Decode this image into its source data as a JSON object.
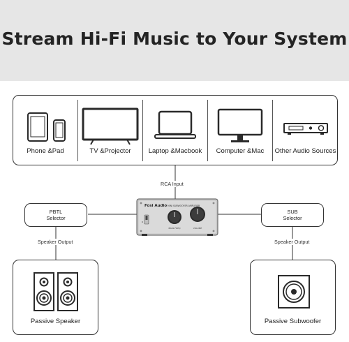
{
  "header": {
    "title": "Stream Hi-Fi Music to Your System"
  },
  "sources": [
    {
      "label": "Phone &Pad",
      "icon": "phone-tablet-icon"
    },
    {
      "label": "TV &Projector",
      "icon": "tv-icon"
    },
    {
      "label": "Laptop &Macbook",
      "icon": "laptop-icon"
    },
    {
      "label": "Computer &Mac",
      "icon": "monitor-icon"
    },
    {
      "label": "Other Audio Sources",
      "icon": "audio-device-icon"
    }
  ],
  "connections": {
    "rca": "RCA Input",
    "speaker_output_left": "Speaker Output",
    "speaker_output_right": "Speaker Output"
  },
  "selectors": {
    "left": {
      "line1": "PBTL",
      "line2": "Selector"
    },
    "right": {
      "line1": "SUB",
      "line2": "Selector"
    }
  },
  "amplifier": {
    "brand": "Fosi Audio",
    "model": "MINI SUBWOOFER AMPLIFIER",
    "knob_left_label": "BASS FREQ",
    "knob_right_label": "VOLUME",
    "icon": "amplifier-icon"
  },
  "outputs": {
    "left": {
      "label": "Passive Speaker",
      "icon": "bookshelf-speakers-icon"
    },
    "right": {
      "label": "Passive Subwoofer",
      "icon": "subwoofer-icon"
    }
  },
  "colors": {
    "header_bg": "#e6e6e6",
    "line": "#333333",
    "text": "#242424"
  }
}
